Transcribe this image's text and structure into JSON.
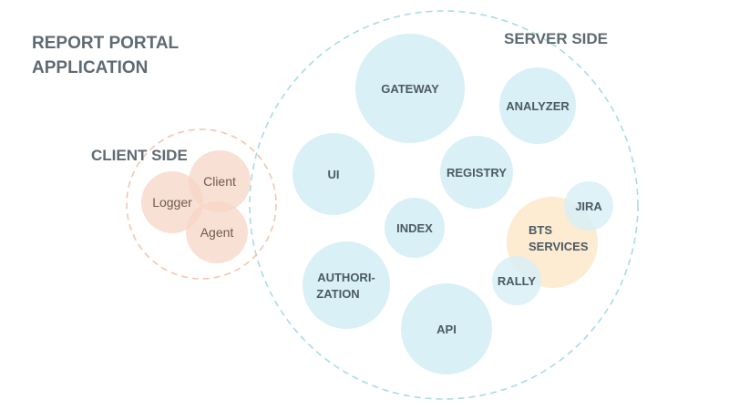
{
  "title": {
    "line1": "REPORT PORTAL",
    "line2": "APPLICATION"
  },
  "client_side": {
    "heading": "CLIENT SIDE",
    "components": {
      "client": "Client",
      "logger": "Logger",
      "agent": "Agent"
    }
  },
  "server_side": {
    "heading": "SERVER SIDE",
    "components": {
      "gateway": "GATEWAY",
      "analyzer": "ANALYZER",
      "ui": "UI",
      "registry": "REGISTRY",
      "index": "INDEX",
      "jira": "JIRA",
      "bts_line1": "BTS",
      "bts_line2": "SERVICES",
      "rally": "RALLY",
      "auth_line1": "AUTHORI-",
      "auth_line2": "ZATION",
      "api": "API"
    }
  },
  "colors": {
    "server_bubble": "#d9f0f7",
    "client_bubble": "#f7d5c6",
    "bts_bubble": "#fdebd2",
    "server_boundary": "#a9dbe6",
    "client_boundary": "#f3c6ae",
    "text_dark": "#5f6a72"
  }
}
